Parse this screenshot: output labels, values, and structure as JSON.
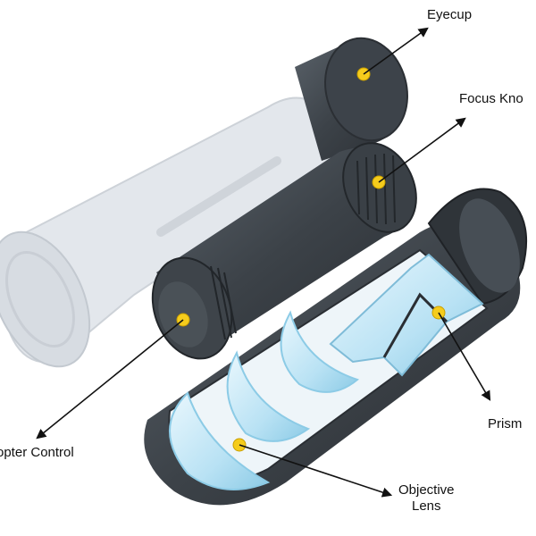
{
  "labels": {
    "eyecup": "Eyecup",
    "focus_knob": "Focus Kno",
    "diopter_control": "opter Control",
    "prism": "Prism",
    "objective_lens_line1": "Objective",
    "objective_lens_line2": "Lens"
  },
  "colors": {
    "body_dark": "#3a3f45",
    "body_mid": "#4c535a",
    "ghost": "#dfe3e8",
    "ghost_edge": "#c7ccd3",
    "glass": "#bfe6f7",
    "glass_edge": "#8fcbe6",
    "marker": "#f5cc1c",
    "arrow": "#111111"
  }
}
